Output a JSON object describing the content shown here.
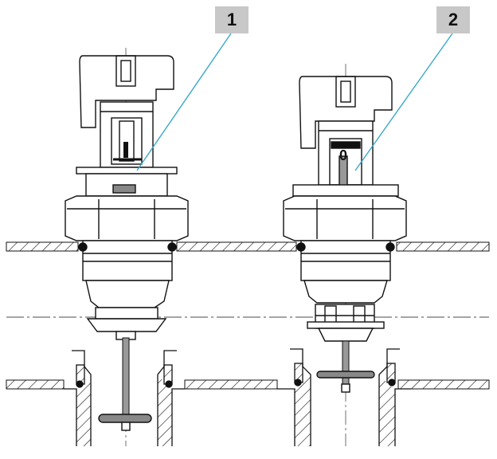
{
  "callouts": [
    {
      "id": "callout-1",
      "number": "1"
    },
    {
      "id": "callout-2",
      "number": "2"
    }
  ],
  "indicators": {
    "left_mark": "I",
    "right_mark": "0"
  },
  "colors": {
    "line": "#111111",
    "leader": "#3aa8c8",
    "callout_bg": "#c8c8c8",
    "hatch": "#111111"
  },
  "icons": {
    "left_valve": "valve-actuator-open",
    "right_valve": "valve-actuator-closed"
  }
}
